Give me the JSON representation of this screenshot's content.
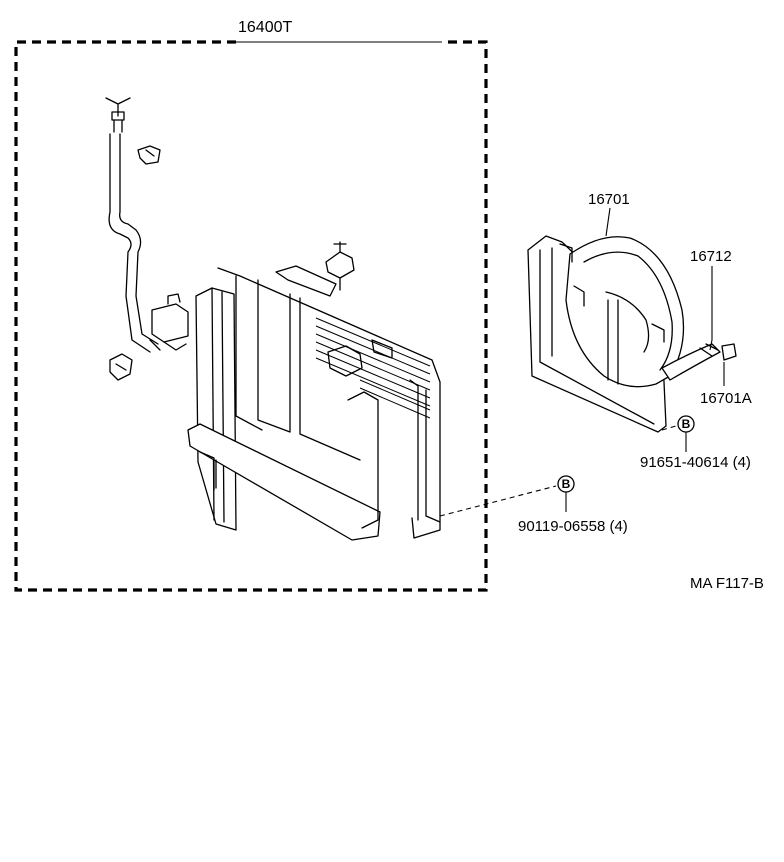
{
  "labels": {
    "assembly": "16400T",
    "fan_shroud": "16701",
    "shroud_part": "16712",
    "shroud_part_a": "16701A",
    "bolt_b_shroud": "91651-40614 (4)",
    "bolt_b_radiator": "90119-06558 (4)",
    "reference_code": "MA F117-B"
  },
  "symbols": {
    "callout_b_shroud": "B",
    "callout_b_radiator": "B"
  }
}
